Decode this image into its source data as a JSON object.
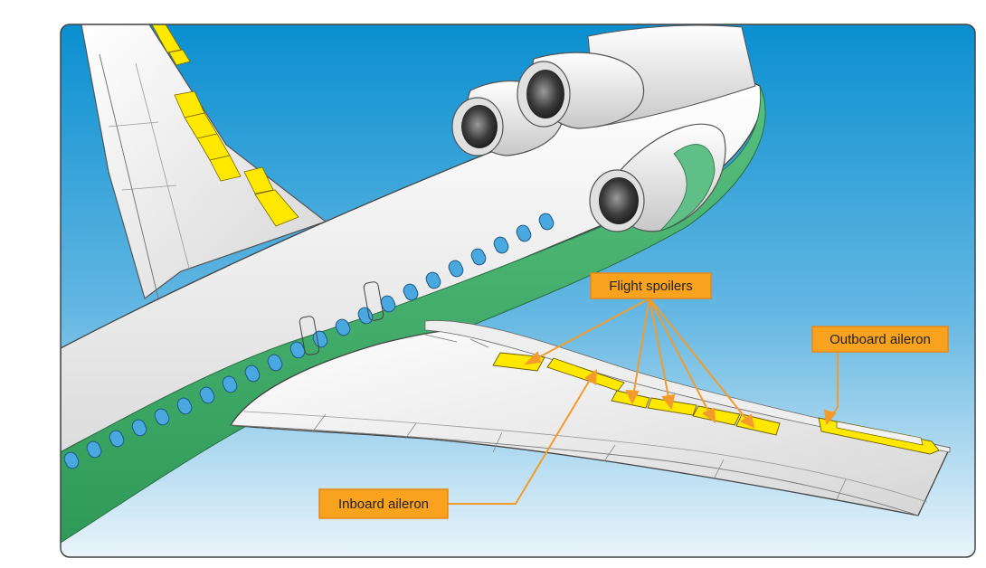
{
  "figure": {
    "labels": {
      "flight_spoilers": "Flight spoilers",
      "outboard_aileron": "Outboard aileron",
      "inboard_aileron": "Inboard aileron"
    }
  },
  "colors": {
    "sky_top": "#0a8fd0",
    "sky_bottom": "#e8f3fa",
    "fuselage_white": "#f4f4f4",
    "fuselage_green": "#3fae6a",
    "control_surface_yellow": "#ffe800",
    "callout_fill": "#f8a21e",
    "callout_border": "#e8871a",
    "leader_line": "#f39c2c",
    "window_blue": "#4aa8e0",
    "frame_border": "#444444"
  }
}
